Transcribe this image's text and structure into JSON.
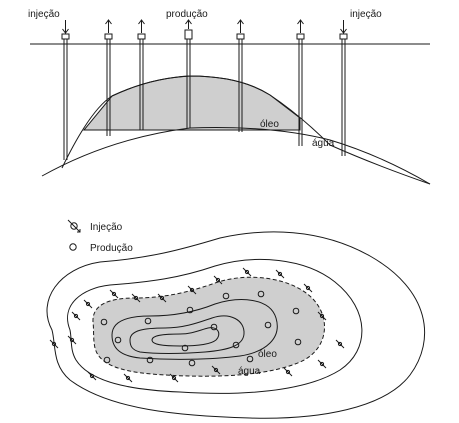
{
  "cross_section": {
    "label_left": "injeção",
    "label_center": "produção",
    "label_right": "injeção",
    "label_oil": "óleo",
    "label_water": "água"
  },
  "map_view": {
    "legend_injection": "Injeção",
    "legend_production": "Produção",
    "label_oil": "óleo",
    "label_water": "água"
  },
  "colors": {
    "oil_fill": "#cfcfcf",
    "line": "#1a1a1a"
  }
}
